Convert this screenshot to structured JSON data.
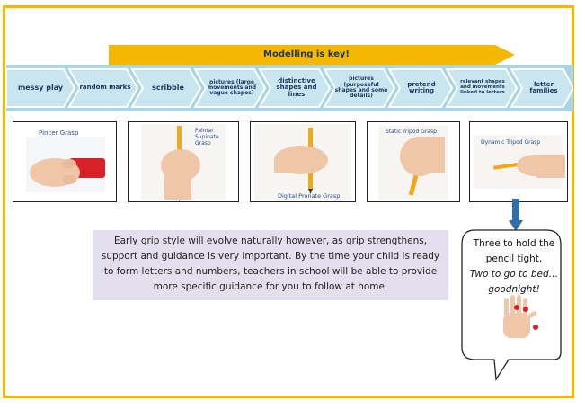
{
  "banner": {
    "label": "Modelling is key!"
  },
  "steps": [
    "messy play",
    "random marks",
    "scribble",
    "pictures (large movements and vague shapes)",
    "distinctive shapes and lines",
    "pictures (purposeful shapes and some details)",
    "pretend writing",
    "relevant shapes and movements linked to letters",
    "letter families"
  ],
  "grasps": [
    {
      "caption": "Pincer Grasp"
    },
    {
      "caption": "Palmar Supinate Grasp"
    },
    {
      "caption": "Digital Pronate Grasp"
    },
    {
      "caption": "Static Tripod Grasp"
    },
    {
      "caption": "Dynamic Tripod Grasp"
    }
  ],
  "info_text": "Early grip style will evolve naturally however, as grip strengthens, support and guidance is very important. By the time your child is ready to form letters and numbers, teachers in school will be able to provide more specific guidance for you to follow at home.",
  "bubble": {
    "line1": "Three to hold the pencil tight,",
    "line2": "Two to go to bed…goodnight!"
  },
  "colors": {
    "frame": "#f5b800",
    "banner": "#f5b800",
    "band": "#a9d4e3",
    "chevron": "#c9e6f0",
    "step_text": "#1f3864",
    "info_bg": "#e4dfec",
    "arrow": "#2f6ea8"
  }
}
